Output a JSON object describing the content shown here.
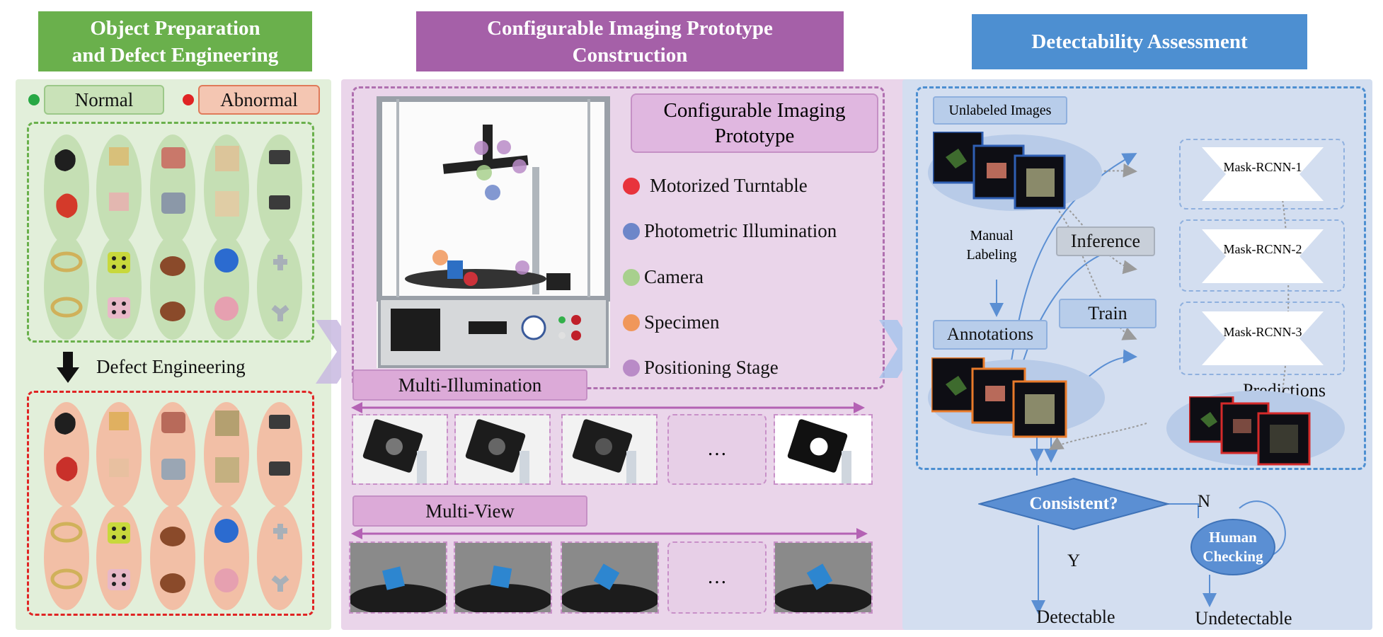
{
  "headers": {
    "left": "Object Preparation\nand Defect Engineering",
    "middle": "Configurable Imaging Prototype\nConstruction",
    "right": "Detectability Assessment"
  },
  "left": {
    "normal_label": "Normal",
    "abnormal_label": "Abnormal",
    "defect_engineering": "Defect Engineering",
    "objects": [
      "bird figurine",
      "metal bracket",
      "toy car",
      "wood cube",
      "motor",
      "ring",
      "dice",
      "teapot",
      "owl figurine",
      "pipe connector"
    ]
  },
  "middle": {
    "prototype_title": "Configurable Imaging\nPrototype",
    "legend": [
      {
        "label": "Motorized Turntable",
        "color": "#e8333c"
      },
      {
        "label": "Photometric Illumination",
        "color": "#6d86c9"
      },
      {
        "label": "Camera",
        "color": "#a8d08d"
      },
      {
        "label": "Specimen",
        "color": "#f0975a"
      },
      {
        "label": "Positioning Stage",
        "color": "#b98bc7"
      }
    ],
    "multi_illumination": "Multi-Illumination",
    "multi_view": "Multi-View",
    "ellipsis": "…"
  },
  "right": {
    "unlabeled_images": "Unlabeled Images",
    "manual_labeling": "Manual\nLabeling",
    "annotations": "Annotations",
    "inference": "Inference",
    "train": "Train",
    "models": [
      "Mask-RCNN-1",
      "Mask-RCNN-2",
      "Mask-RCNN-3"
    ],
    "predictions": "Predictions",
    "consistent": "Consistent?",
    "n_label": "N",
    "y_label": "Y",
    "human_checking": "Human\nChecking",
    "detectable": "Detectable",
    "undetectable": "Undetectable"
  },
  "colors": {
    "left_header": "#6ab04c",
    "left_panel": "#e2efda",
    "middle_header": "#a560a8",
    "middle_panel": "#ead5ea",
    "right_header": "#4d8fd1",
    "right_panel": "#d3def0",
    "oval_normal": "#c5dfb4",
    "oval_abnormal": "#f2bfa6",
    "flow_blue": "#5b8fd3"
  }
}
